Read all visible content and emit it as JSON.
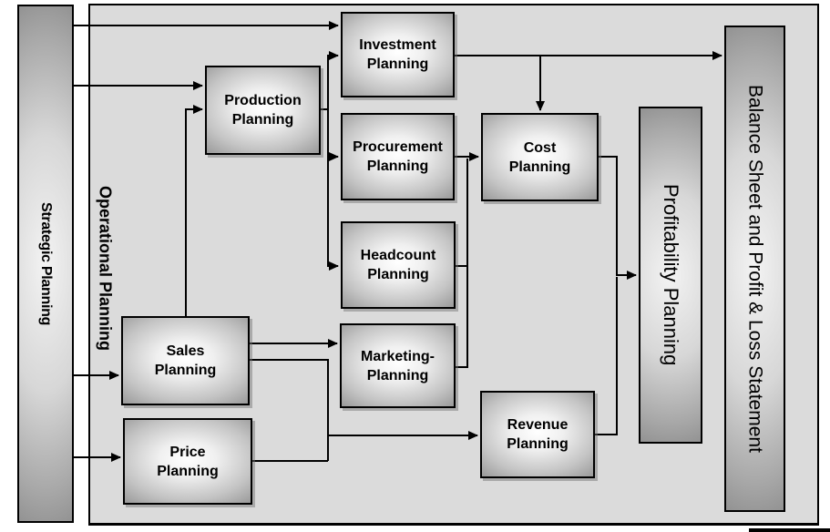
{
  "diagram": {
    "lanes": {
      "strategic": {
        "label": "Strategic Planning"
      },
      "operational": {
        "label": "Operational Planning"
      },
      "profitability": {
        "label": "Profitability Planning"
      },
      "balance_sheet": {
        "label": "Balance Sheet and Profit & Loss Statement"
      }
    },
    "nodes": {
      "investment": {
        "label": "Investment\nPlanning"
      },
      "production": {
        "label": "Production\nPlanning"
      },
      "procurement": {
        "label": "Procurement\nPlanning"
      },
      "headcount": {
        "label": "Headcount\nPlanning"
      },
      "marketing": {
        "label": "Marketing-\nPlanning"
      },
      "cost": {
        "label": "Cost\nPlanning"
      },
      "sales": {
        "label": "Sales\nPlanning"
      },
      "price": {
        "label": "Price\nPlanning"
      },
      "revenue": {
        "label": "Revenue\nPlanning"
      }
    },
    "connections": [
      {
        "from": "Strategic Planning",
        "to": "Investment Planning"
      },
      {
        "from": "Strategic Planning",
        "to": "Production Planning"
      },
      {
        "from": "Strategic Planning",
        "to": "Sales Planning"
      },
      {
        "from": "Strategic Planning",
        "to": "Price Planning"
      },
      {
        "from": "Sales Planning",
        "to": "Production Planning"
      },
      {
        "from": "Production Planning",
        "to": "Investment Planning"
      },
      {
        "from": "Production Planning",
        "to": "Procurement Planning"
      },
      {
        "from": "Production Planning",
        "to": "Headcount Planning"
      },
      {
        "from": "Procurement Planning",
        "to": "Cost Planning"
      },
      {
        "from": "Headcount Planning",
        "to": "Cost Planning"
      },
      {
        "from": "Marketing-Planning",
        "to": "Cost Planning"
      },
      {
        "from": "Investment Planning",
        "to": "Cost Planning"
      },
      {
        "from": "Investment Planning",
        "to": "Balance Sheet and Profit & Loss Statement"
      },
      {
        "from": "Sales Planning",
        "to": "Marketing-Planning"
      },
      {
        "from": "Sales Planning",
        "to": "Revenue Planning"
      },
      {
        "from": "Price Planning",
        "to": "Revenue Planning"
      },
      {
        "from": "Cost Planning",
        "to": "Profitability Planning"
      },
      {
        "from": "Revenue Planning",
        "to": "Profitability Planning"
      }
    ],
    "colors": {
      "page_background": "#ffffff",
      "region_background": "#dbdbdb",
      "shape_gradient_center": "#ffffff",
      "shape_gradient_edge": "#9b9b9b",
      "line": "#000000",
      "text": "#000000"
    }
  }
}
